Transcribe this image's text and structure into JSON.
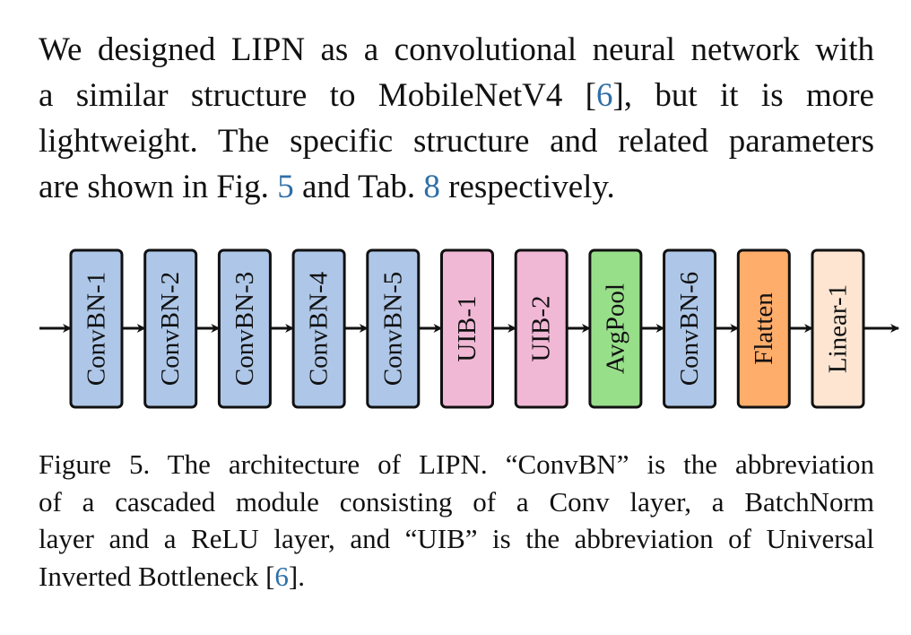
{
  "intro": {
    "l1": "We designed LIPN as a convolutional neural network with",
    "l2_a": "a similar structure to MobileNetV4 [",
    "l2_cite": "6",
    "l2_b": "], but it is more",
    "l3": "lightweight.  The specific structure and related parameters",
    "l4_a": "are shown in Fig. ",
    "l4_fig": "5",
    "l4_b": " and Tab. ",
    "l4_tab": "8",
    "l4_c": " respectively."
  },
  "figure": {
    "blocks": [
      {
        "label": "ConvBN-1",
        "color": "#aec7e8"
      },
      {
        "label": "ConvBN-2",
        "color": "#aec7e8"
      },
      {
        "label": "ConvBN-3",
        "color": "#aec7e8"
      },
      {
        "label": "ConvBN-4",
        "color": "#aec7e8"
      },
      {
        "label": "ConvBN-5",
        "color": "#aec7e8"
      },
      {
        "label": "UIB-1",
        "color": "#f1b8d6"
      },
      {
        "label": "UIB-2",
        "color": "#f1b8d6"
      },
      {
        "label": "AvgPool",
        "color": "#98df8a"
      },
      {
        "label": "ConvBN-6",
        "color": "#aec7e8"
      },
      {
        "label": "Flatten",
        "color": "#ffad6b"
      },
      {
        "label": "Linear-1",
        "color": "#fde5d2"
      }
    ]
  },
  "caption": {
    "l1": "Figure 5. The architecture of LIPN. “ConvBN” is the abbreviation",
    "l2": "of a cascaded module consisting of a Conv layer, a BatchNorm",
    "l3": "layer and a ReLU layer, and “UIB” is the abbreviation of Universal",
    "l4_a": "Inverted Bottleneck [",
    "l4_cite": "6",
    "l4_b": "]."
  },
  "colors": {
    "cite": "#2e6fa7",
    "convbn": "#aec7e8",
    "uib": "#f1b8d6",
    "avgpool": "#98df8a",
    "flatten": "#ffad6b",
    "linear": "#fde5d2"
  }
}
